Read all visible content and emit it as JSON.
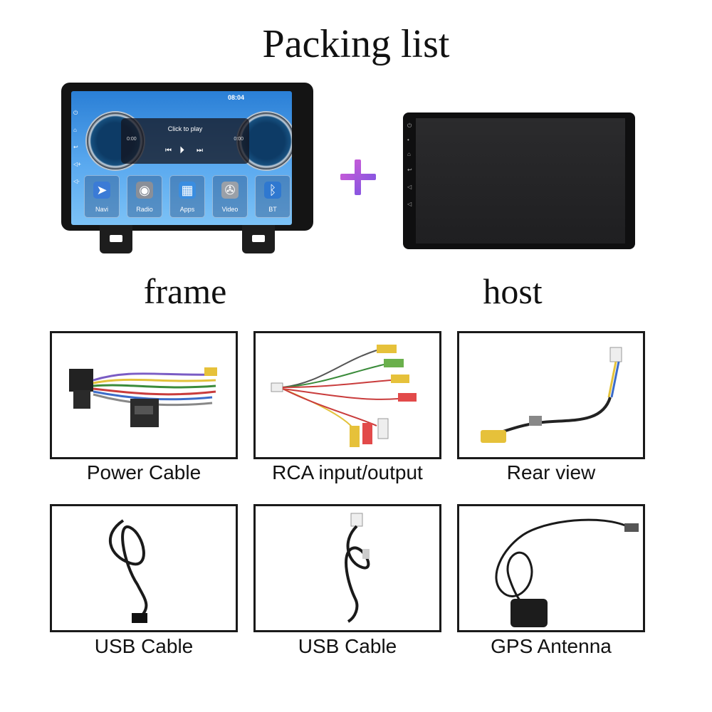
{
  "title": "Packing list",
  "top": {
    "frame_label": "frame",
    "host_label": "host",
    "screen": {
      "time": "08:04",
      "media_text": "Click to play",
      "media_start": "0:00",
      "media_end": "0:00",
      "apps": [
        "Navi",
        "Radio",
        "Apps",
        "Video",
        "BT"
      ]
    }
  },
  "items": [
    {
      "label": "Power Cable"
    },
    {
      "label": "RCA input/output"
    },
    {
      "label": "Rear view"
    },
    {
      "label": "USB Cable"
    },
    {
      "label": "USB Cable"
    },
    {
      "label": "GPS Antenna"
    }
  ],
  "colors": {
    "plus_start": "#c25ad8",
    "plus_end": "#8a56e0",
    "box_border": "#1a1a1a"
  }
}
